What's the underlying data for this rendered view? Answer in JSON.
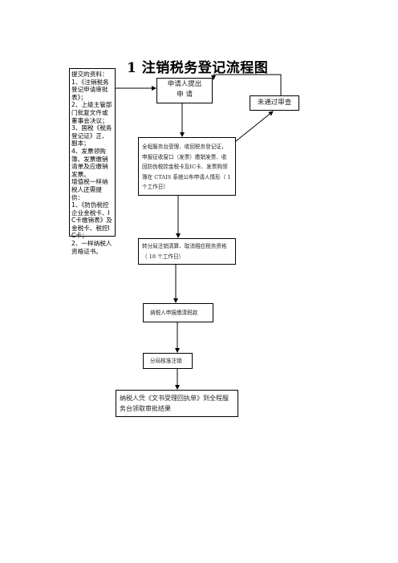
{
  "title": "1 注销税务登记流程图",
  "materials": [
    "提交的资料：",
    "1、《注销税务登记申请审批表》；",
    "2、上级主管部门批复文件或董事会决议；",
    "3、国税《税务登记证》正、副本；",
    "4、发票领购簿、发票缴销清单及应缴销发票。",
    "增值税一样纳税人还需提供：",
    "1、《防伪税控企业金税卡、IC卡缴销表》及金税卡、税控IC卡；",
    "2、一样纳税人资格证书。"
  ],
  "apply": {
    "line1": "申请人提出",
    "line2": "申  请"
  },
  "reject": "未通过审查",
  "service": "全程服务台受理、收回税务登记证，申报征收窗口（发票）缴销发票、收回防伪税控金税卡及IC卡、发票购领簿在 CTAIS 系统公布申请人情形（ 1 个工作日）",
  "transfer": "转分局注销清算、取消相应税务资格（ 18 个工作日）",
  "declare": "纳税人申报缴清税款",
  "approve": "分局核准注销",
  "collect": "纳税人凭《文书受理回执单》到全程服务台领取审批结果"
}
